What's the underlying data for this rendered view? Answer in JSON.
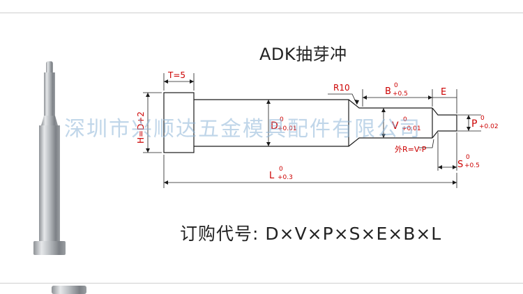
{
  "title": "ADK抽芽冲",
  "watermark": "深圳市兴顺达五金模具配件有限公司",
  "order_code": "订购代号: D×V×P×S×E×B×L",
  "colors": {
    "outline": "#1a1a1a",
    "dimension": "#cc0000",
    "watermark": "#8cb4d7"
  },
  "dimensions": {
    "t": "T=5",
    "h": "H=D+2",
    "d": "D",
    "d_tol_upper": "0",
    "d_tol_lower": "+0.01",
    "r10": "R10",
    "b": "B",
    "b_tol_upper": "0",
    "b_tol_lower": "+0.5",
    "e": "E",
    "v": "V",
    "v_tol_upper": "0",
    "v_tol_lower": "+0.01",
    "p": "P",
    "p_tol_upper": "0",
    "p_tol_lower": "+0.02",
    "outer_r": "外R=V-P",
    "s": "S",
    "s_tol_upper": "0",
    "s_tol_lower": "+0.5",
    "l": "L",
    "l_tol_upper": "0",
    "l_tol_lower": "+0.3"
  },
  "icons": [
    "punch-product-photo",
    "punch-product-photo-cropped"
  ]
}
